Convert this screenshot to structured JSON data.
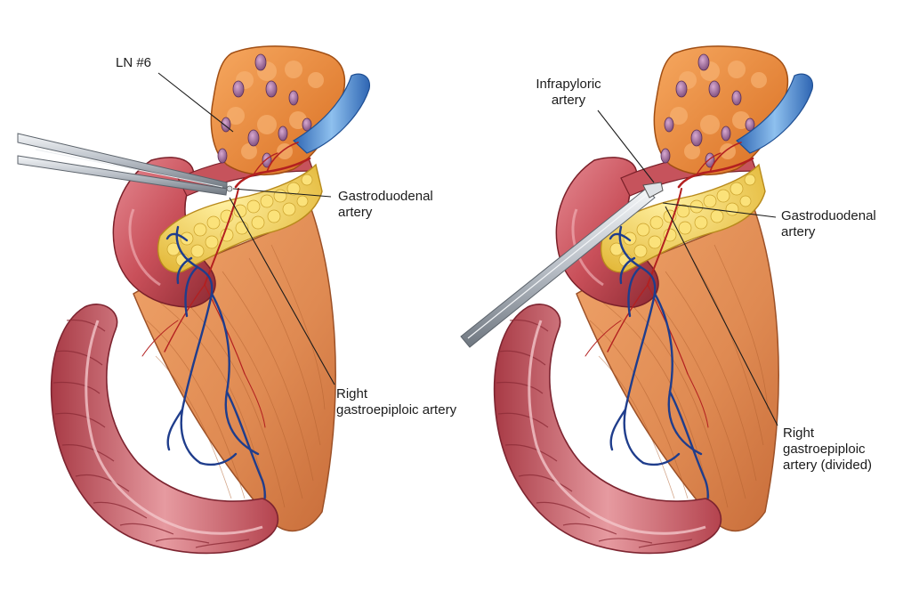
{
  "panels": [
    {
      "id": "left",
      "labels": {
        "ln6": [
          "LN #6"
        ],
        "gda": [
          "Gastroduodenal",
          "artery"
        ],
        "rgea": [
          "Right",
          "gastroepiploic artery"
        ]
      }
    },
    {
      "id": "right",
      "labels": {
        "infrapyloric": [
          "Infrapyloric",
          "artery"
        ],
        "gda": [
          "Gastroduodenal",
          "artery"
        ],
        "rgea": [
          "Right",
          "gastroepiploic",
          "artery (divided)"
        ]
      }
    }
  ],
  "colors": {
    "fat": "#e88a3c",
    "lymph_node": "#b07aa8",
    "pancreas": "#f2cf4a",
    "stomach": "#c9505a",
    "mesentery": "#df8a52",
    "colon": "#c9606a",
    "vein": "#1f3d8c",
    "artery": "#b32020",
    "instrument": "#c8ccd2",
    "vessel_blue": "#4d8fd1"
  }
}
